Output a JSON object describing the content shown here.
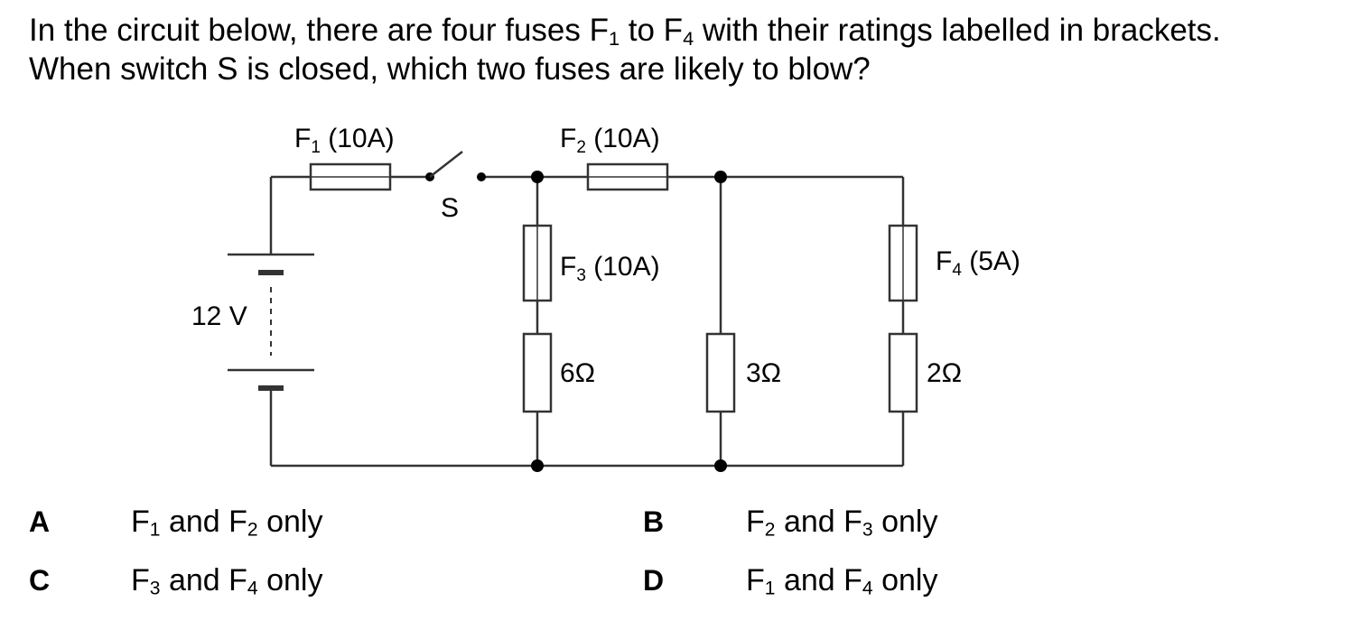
{
  "question": {
    "line1": {
      "a": "In the circuit below, there are four fuses F",
      "b": "1",
      "c": " to F",
      "d": "4",
      "e": " with their ratings labelled in brackets."
    },
    "line2": "When switch S is closed, which two fuses are likely to blow?"
  },
  "circuit": {
    "f1": {
      "name": "F",
      "sub": "1",
      "rating": " (10A)"
    },
    "f2": {
      "name": "F",
      "sub": "2",
      "rating": " (10A)"
    },
    "f3": {
      "name": "F",
      "sub": "3",
      "rating": " (10A)"
    },
    "f4": {
      "name": "F",
      "sub": "4",
      "rating": " (5A)"
    },
    "switch_label": "S",
    "battery_label": "12 V",
    "r1": "6Ω",
    "r2": "3Ω",
    "r3": "2Ω"
  },
  "options": [
    {
      "letter": "A",
      "p": "F",
      "ps": "1",
      "m": " and F",
      "ms": "2",
      "s": " only"
    },
    {
      "letter": "B",
      "p": "F",
      "ps": "2",
      "m": " and F",
      "ms": "3",
      "s": " only"
    },
    {
      "letter": "C",
      "p": "F",
      "ps": "3",
      "m": " and F",
      "ms": "4",
      "s": " only"
    },
    {
      "letter": "D",
      "p": "F",
      "ps": "1",
      "m": " and F",
      "ms": "4",
      "s": " only"
    }
  ]
}
